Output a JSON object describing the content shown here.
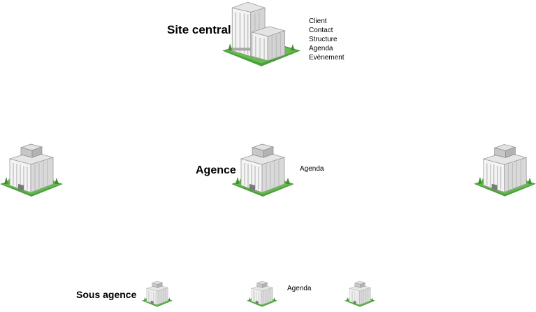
{
  "site_central": {
    "title": "Site central",
    "notes": [
      "Client",
      "Contact",
      "Structure",
      "Agenda",
      "Evènement"
    ]
  },
  "agence": {
    "title": "Agence",
    "note": "Agenda"
  },
  "sous_agence": {
    "title": "Sous agence",
    "note": "Agenda"
  },
  "icons": {
    "building": "office-building-icon",
    "grass": "#5cb85c",
    "wall": "#f2f2f2",
    "roof": "#cfcfcf"
  }
}
